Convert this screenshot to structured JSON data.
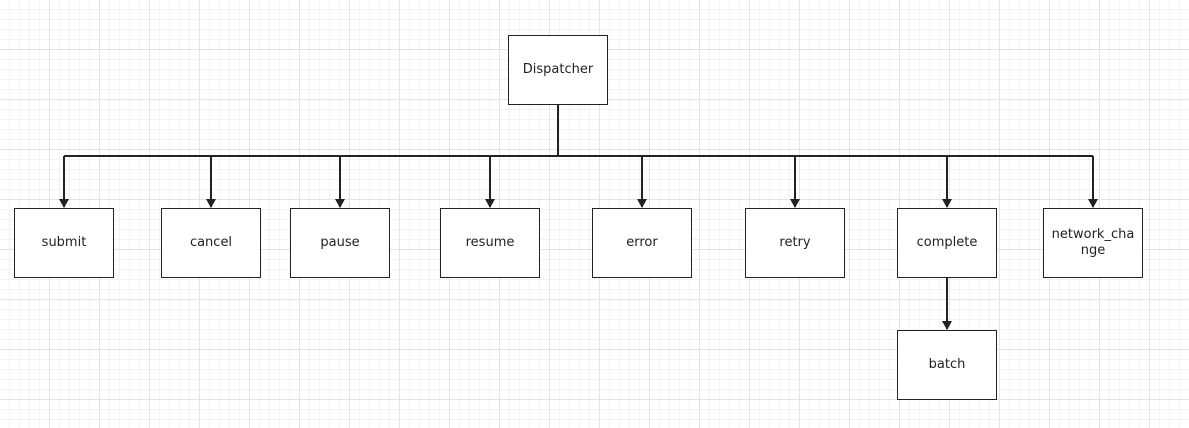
{
  "diagram": {
    "colors": {
      "stroke": "#222222",
      "fill": "#ffffff",
      "text": "#222222"
    },
    "root": {
      "id": "dispatcher",
      "label": "Dispatcher"
    },
    "children": [
      {
        "id": "submit",
        "label": "submit"
      },
      {
        "id": "cancel",
        "label": "cancel"
      },
      {
        "id": "pause",
        "label": "pause"
      },
      {
        "id": "resume",
        "label": "resume"
      },
      {
        "id": "error",
        "label": "error"
      },
      {
        "id": "retry",
        "label": "retry"
      },
      {
        "id": "complete",
        "label": "complete"
      },
      {
        "id": "network-change",
        "label": "network_change"
      }
    ],
    "leaf": {
      "id": "batch",
      "label": "batch",
      "parent": "complete"
    }
  }
}
